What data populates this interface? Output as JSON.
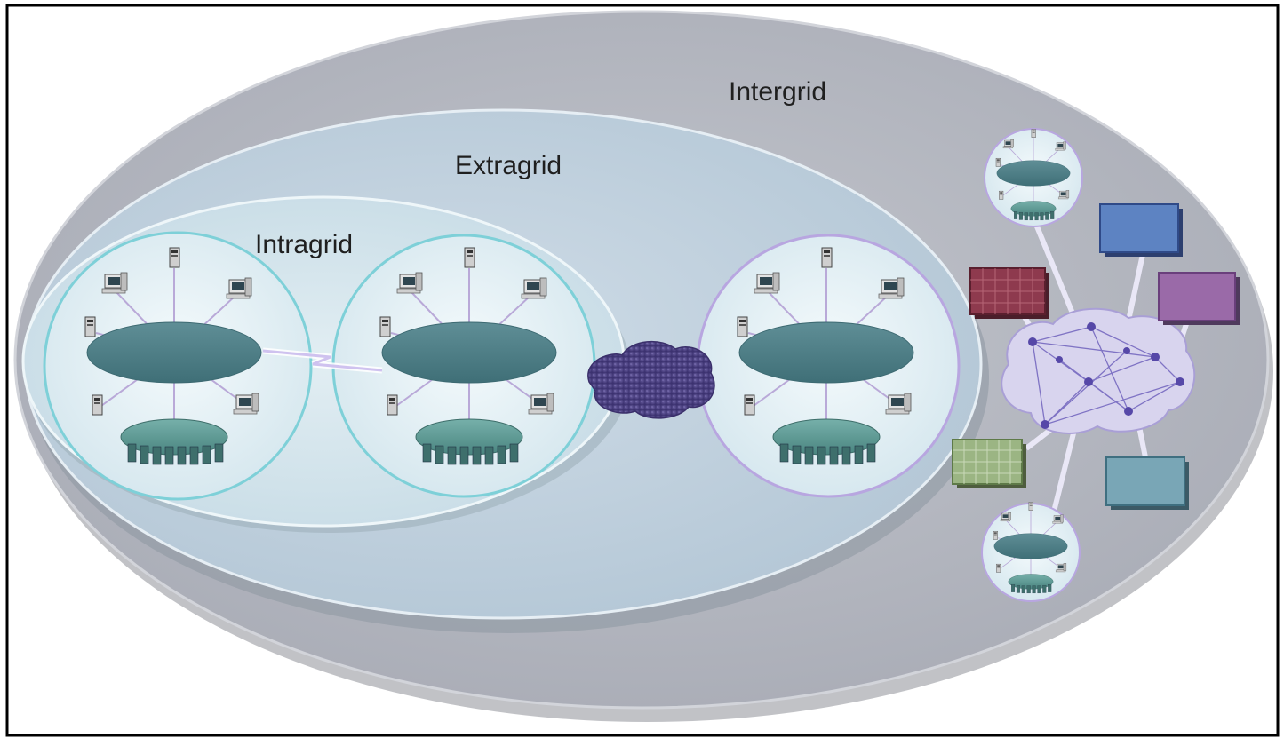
{
  "labels": {
    "intergrid": "Intergrid",
    "extragrid": "Extragrid",
    "intragrid": "Intragrid"
  },
  "colors": {
    "intergrid_fill": "#b3b6bf",
    "extragrid_fill": "#c3d3e0",
    "intragrid_fill": "#d4e4ec",
    "network_cloud": "#4f7f87",
    "storage": "#5d9a94",
    "wan_cloud": "#4a3f7e",
    "grid_cloud": "#d6d2ec",
    "node": "#5648a8",
    "panel_blue": "#5d83c2",
    "panel_purple": "#9a6aa8",
    "panel_red": "#8e3a4e",
    "panel_green": "#9bb583",
    "panel_teal": "#79a6b6"
  },
  "icons": {
    "computer": "desktop-computer-icon",
    "server": "server-tower-icon",
    "storage": "storage-array-icon",
    "network": "network-cloud-icon"
  }
}
